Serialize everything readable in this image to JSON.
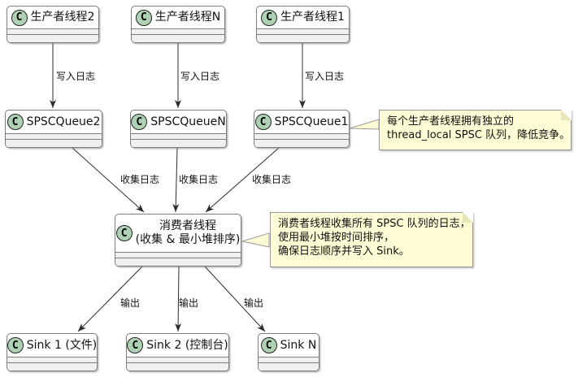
{
  "diagram": {
    "type": "uml-class-diagram",
    "class_icon_letter": "C",
    "colors": {
      "background": "#ffffff",
      "node_border": "#7d7d7d",
      "node_title_bg": "#ffffff",
      "node_compartment_bg": "#f0f0f0",
      "class_circle_fill": "#ADD1B2",
      "class_circle_border": "#232323",
      "note_bg": "#FDFCD5",
      "note_border": "#9a9a9a",
      "edge_line": "#2b2b2b"
    },
    "nodes": {
      "producer2": {
        "name": "生产者线程2"
      },
      "producerN": {
        "name": "生产者线程N"
      },
      "producer1": {
        "name": "生产者线程1"
      },
      "queue2": {
        "name": "SPSCQueue2"
      },
      "queueN": {
        "name": "SPSCQueueN"
      },
      "queue1": {
        "name": "SPSCQueue1"
      },
      "consumer": {
        "line1": "消费者线程",
        "line2": "(收集 & 最小堆排序)"
      },
      "sink1": {
        "name": "Sink 1 (文件)"
      },
      "sink2": {
        "name": "Sink 2 (控制台)"
      },
      "sinkN": {
        "name": "Sink N"
      }
    },
    "edges": {
      "write_label": "写入日志",
      "collect_label": "收集日志",
      "output_label": "输出"
    },
    "notes": {
      "queue_note": {
        "lines": {
          "0": "每个生产者线程拥有独立的",
          "1": "thread_local SPSC 队列，降低竞争。"
        }
      },
      "consumer_note": {
        "lines": {
          "0": "消费者线程收集所有 SPSC 队列的日志，",
          "1": "使用最小堆按时间排序，",
          "2": "确保日志顺序并写入 Sink。"
        }
      }
    }
  }
}
